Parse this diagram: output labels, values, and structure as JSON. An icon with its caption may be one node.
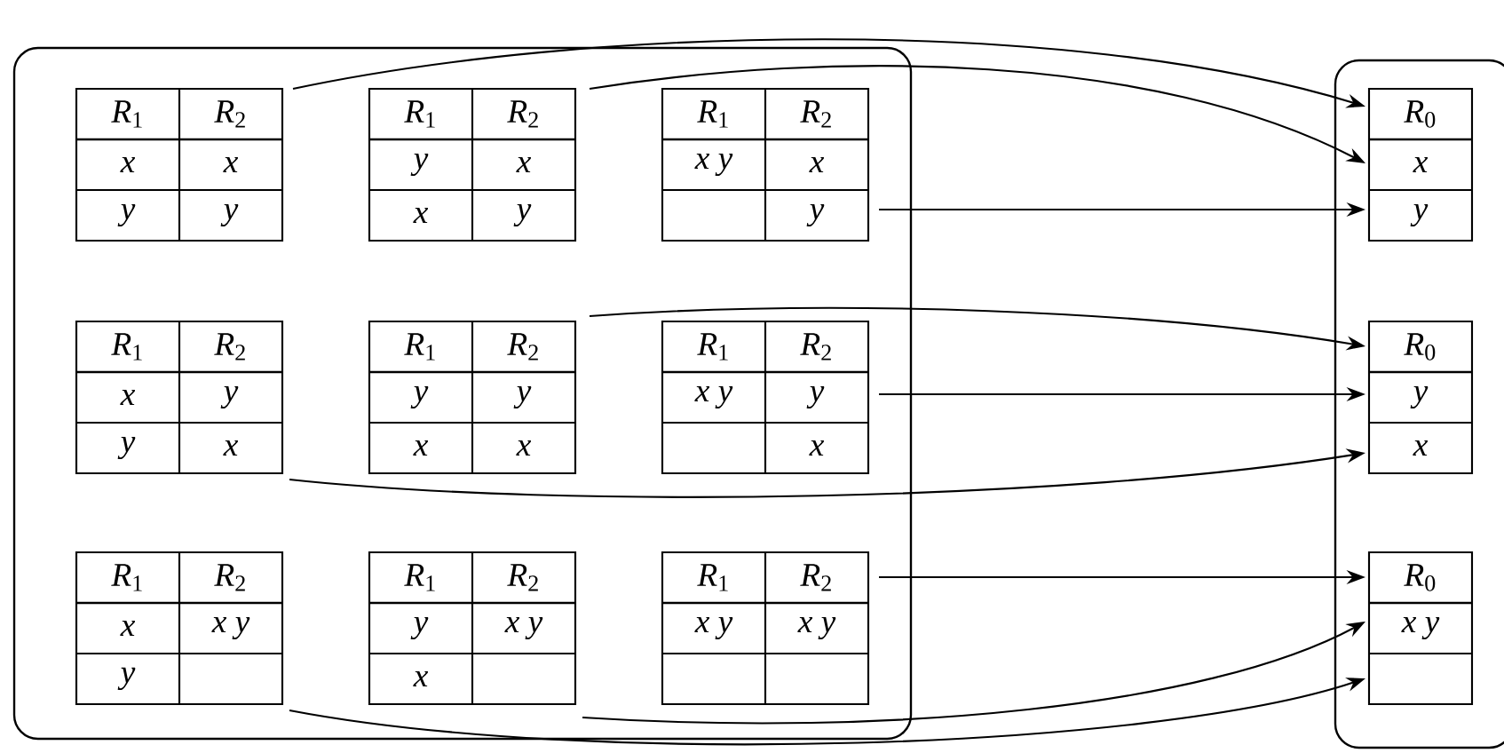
{
  "diagram": {
    "nodes": [
      {
        "text": [],
        "shape": "box"
      },
      {
        "text": [
          "*R*$_{1}$",
          "*R*$_{2}$",
          "x",
          "x",
          "y",
          "y"
        ],
        "in": 0
      },
      {
        "text": [
          "*R*$_{1}$",
          "*R*$_{2}$",
          "y",
          "x",
          "x",
          "y"
        ],
        "in": 0
      },
      {
        "text": [
          "*R*$_{1}$",
          "*R*$_{2}$",
          "x y",
          "x",
          "y"
        ],
        "in": 0
      },
      {
        "text": [
          "*R*$_{1}$",
          "*R*$_{2}$",
          "x",
          "y",
          "y",
          "x"
        ],
        "in": 0
      },
      {
        "text": [
          "*R*$_{1}$",
          "*R*$_{2}$",
          "y",
          "y",
          "x",
          "x"
        ],
        "in": 0
      },
      {
        "text": [
          "*R*$_{1}$",
          "*R*$_{2}$",
          "x y",
          "y",
          "x"
        ],
        "in": 0
      },
      {
        "text": [
          "*R*$_{1}$",
          "*R*$_{2}$",
          "x",
          "x y",
          "y"
        ],
        "in": 0
      },
      {
        "text": [
          "*R*$_{1}$",
          "*R*$_{2}$",
          "y",
          "x y",
          "x"
        ],
        "in": 0
      },
      {
        "text": [
          "*R*$_{1}$",
          "*R*$_{2}$",
          "x y",
          "x y"
        ],
        "in": 0
      },
      {
        "text": [],
        "shape": "box"
      },
      {
        "text": [
          "*R*$_{0}$",
          "x",
          "y"
        ],
        "in": 10
      },
      {
        "text": [
          "*R*$_{0}$",
          "y",
          "x"
        ],
        "in": 10
      },
      {
        "text": [
          "*R*$_{0}$",
          "x y"
        ],
        "in": 10
      }
    ],
    "edges": [
      {
        "from": 1,
        "to": 11,
        "arrow": "to"
      },
      {
        "from": 2,
        "to": 11,
        "arrow": "to"
      },
      {
        "from": 3,
        "to": 11,
        "arrow": "to"
      },
      {
        "from": 5,
        "to": 12,
        "arrow": "to"
      },
      {
        "from": 6,
        "to": 12,
        "arrow": "to"
      },
      {
        "from": 4,
        "to": 12,
        "arrow": "to"
      },
      {
        "from": 9,
        "to": 13,
        "arrow": "to"
      },
      {
        "from": 8,
        "to": 13,
        "arrow": "to"
      },
      {
        "from": 7,
        "to": 13,
        "arrow": "to"
      }
    ]
  }
}
